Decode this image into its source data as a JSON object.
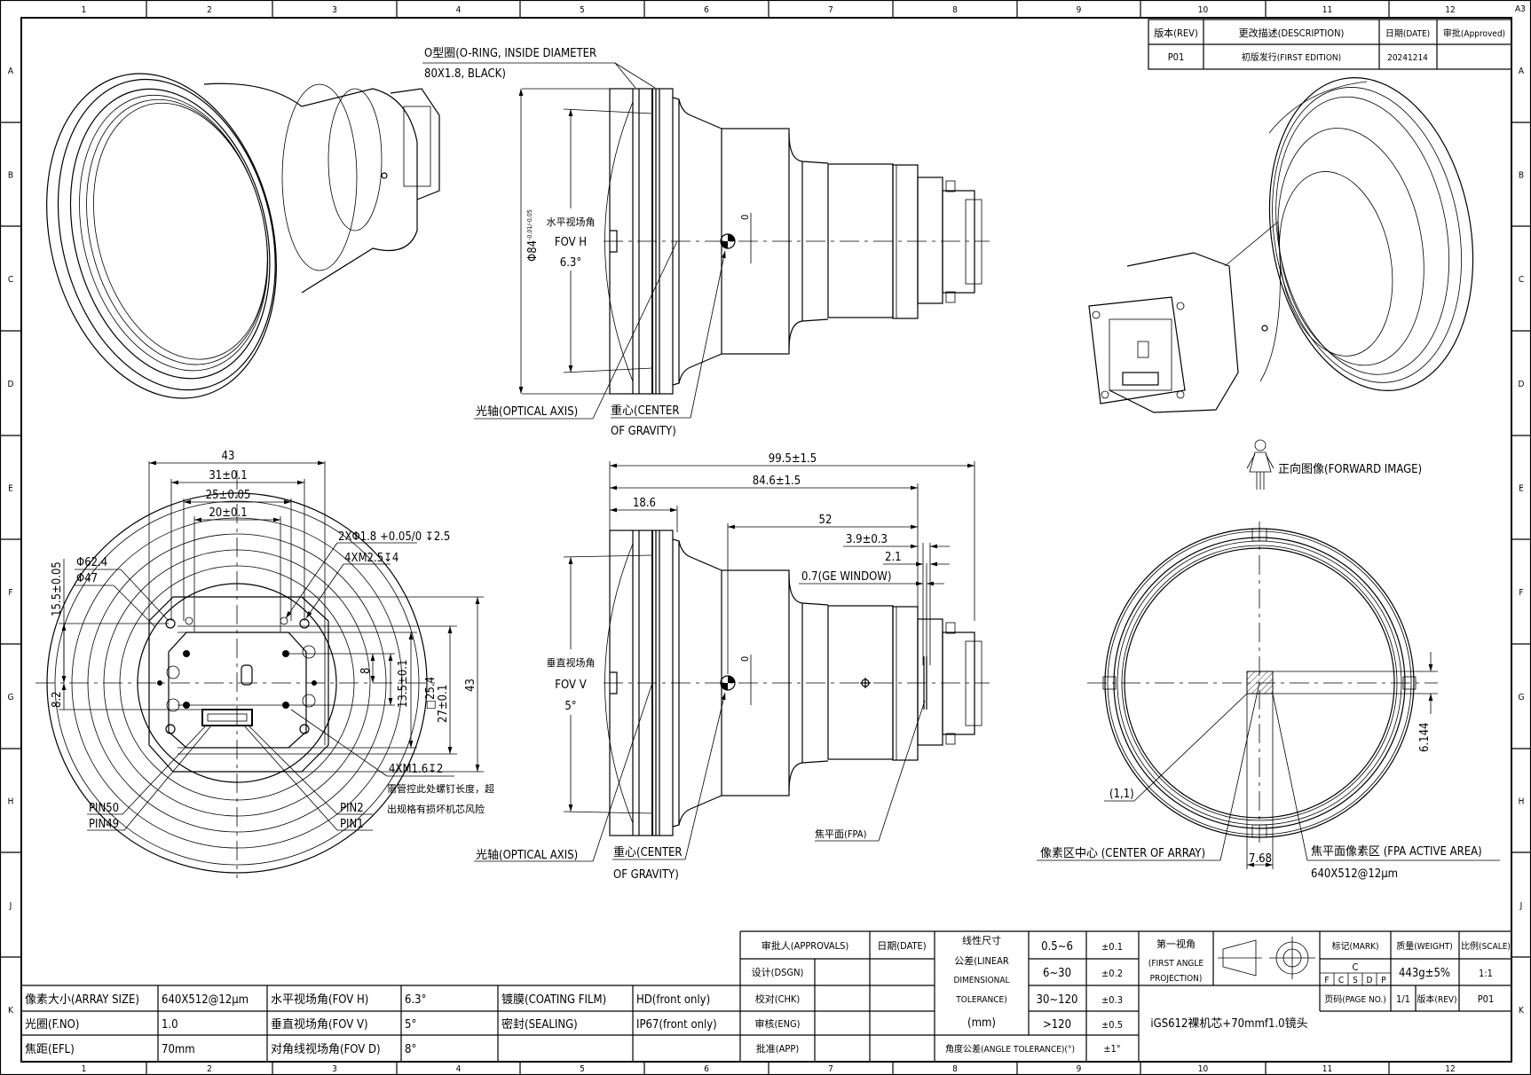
{
  "sheet": {
    "size": "A3",
    "columns": [
      "1",
      "2",
      "3",
      "4",
      "5",
      "6",
      "7",
      "8",
      "9",
      "10",
      "11",
      "12"
    ],
    "rows": [
      "A",
      "B",
      "C",
      "D",
      "E",
      "F",
      "G",
      "H",
      "J",
      "K"
    ]
  },
  "revision_table": {
    "headers": [
      "版本(REV)",
      "更改描述(DESCRIPTION)",
      "日期(DATE)",
      "审批(Approved)"
    ],
    "rows": [
      [
        "P01",
        "初版发行(FIRST EDITION)",
        "20241214",
        ""
      ]
    ]
  },
  "side_view_top": {
    "oring_line1": "O型圈(O-RING, INSIDE DIAMETER",
    "oring_line2": "80X1.8, BLACK)",
    "diameter": "Φ84",
    "diameter_tol": "-0.01/-0.05",
    "fov_label_cn": "水平视场角",
    "fov_label": "FOV H",
    "fov_value": "6.3°",
    "cg_offset": "0",
    "optical_axis": "光轴(OPTICAL AXIS)",
    "cog_line1": "重心(CENTER",
    "cog_line2": "OF GRAVITY)"
  },
  "side_view_bottom": {
    "dim_total": "99.5±1.5",
    "dim_fpa": "84.6±1.5",
    "dim_flange": "18.6",
    "dim_cg": "52",
    "dim_3_9": "3.9±0.3",
    "dim_2_1": "2.1",
    "dim_window": "0.7(GE WINDOW)",
    "fov_label_cn": "垂直视场角",
    "fov_label": "FOV V",
    "fov_value": "5°",
    "cg_offset": "0",
    "optical_axis": "光轴(OPTICAL AXIS)",
    "cog_line1": "重心(CENTER",
    "cog_line2": "OF GRAVITY)",
    "fpa": "焦平面(FPA)"
  },
  "front_view": {
    "dim_43": "43",
    "dim_31": "31±0.1",
    "dim_25": "25±0.05",
    "dim_20": "20±0.1",
    "dia_62": "Φ62.4",
    "dia_47": "Φ47",
    "dim_15_5": "15.5±0.05",
    "dim_8_2": "8.2",
    "hole_pin": "2XΦ1.8 +0.05/0 ↧2.5",
    "hole_m25": "4XM2.5↧4",
    "dim_8": "8",
    "dim_13_5": "13.5±0.1",
    "dim_sq": "□25.4",
    "dim_27": "27±0.1",
    "dim_43v": "43",
    "hole_m16": "4XM1.6↧2",
    "note_line1": "需管控此处螺钉长度，超",
    "note_line2": "出规格有损坏机芯风险",
    "pin50": "PIN50",
    "pin49": "PIN49",
    "pin2": "PIN2",
    "pin1": "PIN1"
  },
  "array_view": {
    "forward_image": "正向图像(FORWARD IMAGE)",
    "origin": "(1,1)",
    "center_of_array": "像素区中心 (CENTER OF ARRAY)",
    "width": "7.68",
    "height": "6.144",
    "fpa_active": "焦平面像素区 (FPA ACTIVE AREA)",
    "array_size": "640X512@12μm"
  },
  "spec_table": [
    [
      "像素大小(ARRAY SIZE)",
      "640X512@12μm",
      "水平视场角(FOV H)",
      "6.3°",
      "镀膜(COATING FILM)",
      "HD(front only)"
    ],
    [
      "光圈(F.NO)",
      "1.0",
      "垂直视场角(FOV V)",
      "5°",
      "密封(SEALING)",
      "IP67(front only)"
    ],
    [
      "焦距(EFL)",
      "70mm",
      "对角线视场角(FOV D)",
      "8°",
      "",
      ""
    ]
  ],
  "title_block": {
    "approvals": "审批人(APPROVALS)",
    "date": "日期(DATE)",
    "roles": [
      "设计(DSGN)",
      "校对(CHK)",
      "审核(ENG)",
      "批准(APP)"
    ],
    "linear_tol_line1": "线性尺寸",
    "linear_tol_line2": "公差(LINEAR",
    "linear_tol_line3": "DIMENSIONAL",
    "linear_tol_line4": "TOLERANCE)",
    "linear_tol_line5": "(mm)",
    "ranges": [
      "0.5~6",
      "6~30",
      "30~120",
      ">120"
    ],
    "tolerances": [
      "±0.1",
      "±0.2",
      "±0.3",
      "±0.5"
    ],
    "angle_tol_label": "角度公差(ANGLE TOLERANCE)(°)",
    "angle_tol": "±1°",
    "projection_line1": "第一视角",
    "projection_line2": "(FIRST ANGLE",
    "projection_line3": "PROJECTION)",
    "mark_label": "标记(MARK)",
    "mark_value": "C",
    "mark_letters": [
      "F",
      "C",
      "S",
      "D",
      "P"
    ],
    "weight_label": "质量(WEIGHT)",
    "weight_value": "443g±5%",
    "scale_label": "比例(SCALE)",
    "scale_value": "1:1",
    "page_label": "页码(PAGE NO.)",
    "page_value": "1/1",
    "rev_label": "版本(REV)",
    "rev_value": "P01",
    "part_name": "iGS612裸机芯+70mmf1.0镜头"
  }
}
